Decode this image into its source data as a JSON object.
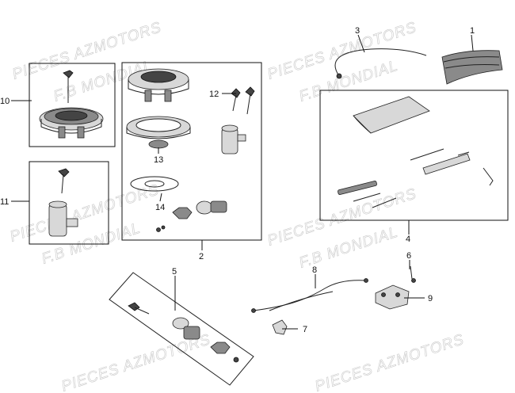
{
  "watermark": {
    "line1": "PIECES AZMOTORS",
    "line2": "F.B MONDIAL"
  },
  "callouts": {
    "c1": "1",
    "c2": "2",
    "c3": "3",
    "c4": "4",
    "c5": "5",
    "c6": "6",
    "c7": "7",
    "c8": "8",
    "c9": "9",
    "c10": "10",
    "c11": "11",
    "c12": "12",
    "c13": "13",
    "c14": "14"
  }
}
